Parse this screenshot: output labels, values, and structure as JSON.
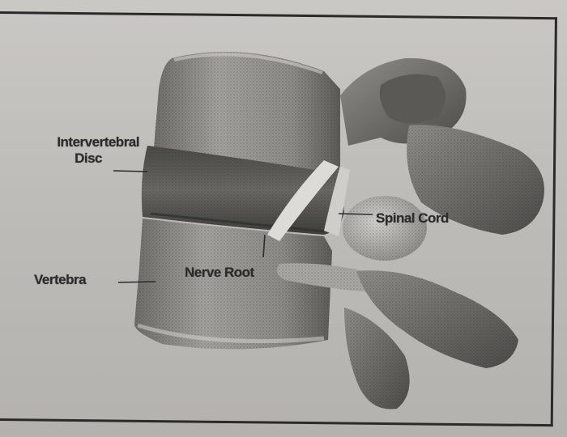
{
  "labels": {
    "disc_line1": "Intervertebral",
    "disc_line2": "Disc",
    "vertebra": "Vertebra",
    "nerve_root": "Nerve Root",
    "spinal_cord": "Spinal Cord"
  }
}
